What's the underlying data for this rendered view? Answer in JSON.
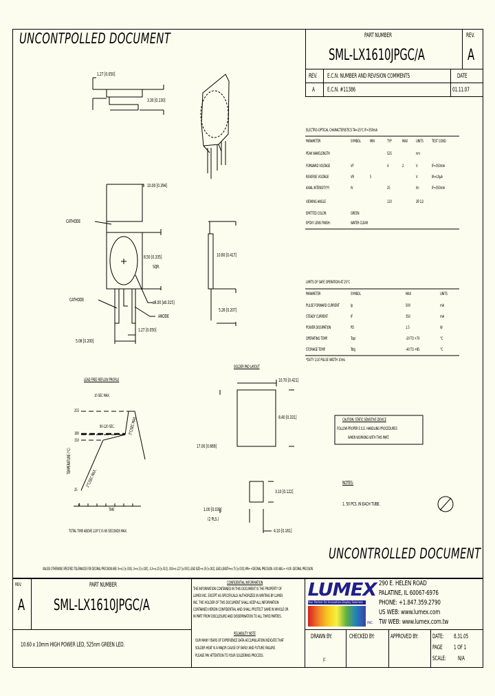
{
  "header": {
    "watermark_top": "UNCONTPOLLED DOCUMENT",
    "part_number_label": "PART NUMBER",
    "part_number": "SML-LX1610JPGC/A",
    "rev_label": "REV.",
    "rev": "A",
    "revision_table": {
      "headers": [
        "REV.",
        "E.C.N. NUMBER AND REVISION COMMENTS",
        "DATE"
      ],
      "rows": [
        [
          "A",
          "E.C.N. #11386",
          "01.11.07"
        ]
      ]
    }
  },
  "drawing": {
    "dims": {
      "lead_pitch_top": "1.27 [0.050]",
      "thickness": "3.30 [0.130]",
      "width": "10.00 [0.394]",
      "lens_sq": "8.50 [0.335]",
      "sqr": "SQR.",
      "lens_dia": "ø8.00 [ø0.315]",
      "height": "10.60 [0.417]",
      "lead_len": "5.26 [0.207]",
      "lead_pitch": "1.27 [0.050]",
      "lead_span": "5.08 [0.200]"
    },
    "labels": {
      "cathode_top": "CATHODE",
      "cathode": "CATHODE",
      "anode": "ANODE"
    }
  },
  "electro_optical": {
    "title": "ELECTRO-OPTICAL CHARACTERISTICS TA=25°C  IF=350mA",
    "headers": [
      "PARAMETER",
      "SYMBOL",
      "MIN",
      "TYP",
      "MAX",
      "UNITS",
      "TEST COND"
    ],
    "rows": [
      [
        "PEAK WAVELENGTH",
        "",
        "",
        "525",
        "",
        "nm",
        ""
      ],
      [
        "FORWARD VOLTAGE",
        "VF",
        "",
        "4",
        "2",
        "V",
        "IF=350mA"
      ],
      [
        "REVERSE VOLTAGE",
        "VR",
        "5",
        "",
        "",
        "V",
        "IR=10µA"
      ],
      [
        "AXIAL INTENSITY(*)",
        "IV",
        "",
        "25",
        "",
        "lm",
        "IF=350mA"
      ],
      [
        "VIEWING ANGLE",
        "",
        "",
        "110",
        "",
        "2θ 1/2",
        ""
      ],
      [
        "EMITTED COLOR:",
        "GREEN",
        "",
        "",
        "",
        "",
        ""
      ],
      [
        "EPOXY LENS FINISH:",
        "WATER CLEAR",
        "",
        "",
        "",
        "",
        ""
      ]
    ]
  },
  "safe_operation": {
    "title": "LIMITS OF SAFE OPERATION AT 25°C",
    "headers": [
      "PARAMETER",
      "SYMBOL",
      "MAX",
      "UNITS"
    ],
    "rows": [
      [
        "PULSE FORWARD CURRENT",
        "Ip",
        "500",
        "mA"
      ],
      [
        "STEADY CURRENT",
        "IF",
        "350",
        "mA"
      ],
      [
        "POWER DISSIPATION",
        "PD",
        "1.5",
        "W"
      ],
      [
        "OPERATING TEMP.",
        "Topr",
        "-20 TO +70",
        "°C"
      ],
      [
        "STORAGE TEMP.",
        "Tstg",
        "-40 TO +85",
        "°C"
      ]
    ],
    "note": "*DUTY 1/10 PULSE WIDTH 10ms"
  },
  "reflow": {
    "title": "LEAD FREE REFLOW PROFILE",
    "peak_note": "10 SEC MAX.",
    "ylabel": "TEMPERATURE (°C)",
    "xlabel": "TIME",
    "y_ticks": [
      "255",
      "180",
      "150",
      "25"
    ],
    "x_origin": "0",
    "soak": "90-120 SEC.",
    "ramp_up": "2°C/SEC MAX.",
    "ramp_peak": "3°C/SEC MAX.",
    "footnote": "TOTAL TIME ABOVE 220°C IS 60 SECONDS MAX."
  },
  "solder_pad": {
    "title": "SOLDER PAD LAYOUT",
    "width": "10.70 [0.421]",
    "pad_height": "8.40 [0.331]",
    "total_height": "17.00 [0.669]",
    "small_pad_height": "3.10 [0.122]",
    "small_pad_width": "1.00 [0.039]",
    "small_pad_count": "(2 PLS.)",
    "offset": "4.10 [0.161]"
  },
  "caution": {
    "title": "CAUTION: STATIC SENSITIVE DEVICE",
    "line1": "FOLLOW PROPER E.S.D. HANDLING PROCEDURES",
    "line2": "WHEN WORKING WITH THIS PART."
  },
  "notes": {
    "title": "NOTES:",
    "items": [
      "1. 50 PCS. IN EACH TUBE."
    ]
  },
  "pb_free_icon": "pb-free-icon",
  "footer": {
    "watermark": "UNCONTROLLED DOCUMENT",
    "tolerance": "UNLESS OTHERWISE SPECIFIED TOLERANCES FOR DECIMAL PRECISION ARE: X=±1 [±.039], .X=±.5 [±.020], .X.X=±.25 [±.010], .XXX=±.127 [±.005].  LEAD SIZE=±.05 [±.002], LEAD LENGTH=±.75 [±.030], MM= +DECIMAL PRECISION -0.00  ANG.= +0.00 -DECIMAL PRECISION",
    "rev_label": "REV.",
    "rev": "A",
    "part_number_label": "PART NUMBER",
    "part_number": "SML-LX1610JPGC/A",
    "description": "10.60 x 10mm HIGH POWER LED, 525nm GREEN LED.",
    "confidential_title": "CONFIDENTIAL INFORMATION",
    "confidential_text": [
      "THE INFORMATION CONTAINED IN THIS DOCUMENT IS THE PROPERTY OF",
      "LUMEX INC.  EXCEPT AS SPECIFICALLY AUTHORIZED IN WRITING BY LUMEX",
      "INC. THE HOLDER OF THIS DOCUMENT SHALL KEEP ALL INFORMATION",
      "CONTAINED HEREIN CONFIDENTIAL AND SHALL PROTECT SAME IN WHOLE OR",
      "IN PART FROM DISCLOSURE AND DISSEMINATION TO ALL THIRD PARTIES."
    ],
    "reliability_title": "RELIABILITY NOTE",
    "reliability_text": [
      "OUR MANY YEARS OF EXPERIENCE DATA ACCUMULATION INDICATE THAT",
      "SOLDER HEAT IS A MAJOR CAUSE OF EARLY AND FUTURE FAILURE.",
      "PLEASE PAY ATTENTION TO YOUR SOLDERING PROCESS."
    ],
    "logo": {
      "text": "LUMEX",
      "tagline": "Your Partner for Innovative Display Solutions",
      "inc": "INC.",
      "color": "#1f1f8c"
    },
    "address": [
      "290 E. HELEN ROAD",
      "PALATINE, IL  60067-6976",
      "PHONE: +1.847.359.2790",
      "US WEB: www.lumex.com",
      "TW WEB: www.lumex.com.tw"
    ],
    "drawn_by_label": "DRAWN BY:",
    "drawn_by": "JC",
    "checked_by_label": "CHECKED BY:",
    "approved_by_label": "APPROVED BY:",
    "date_label": "DATE:",
    "date": "8.31.05",
    "page_label": "PAGE",
    "page": "1 OF 1",
    "scale_label": "SCALE:",
    "scale": "N/A"
  }
}
